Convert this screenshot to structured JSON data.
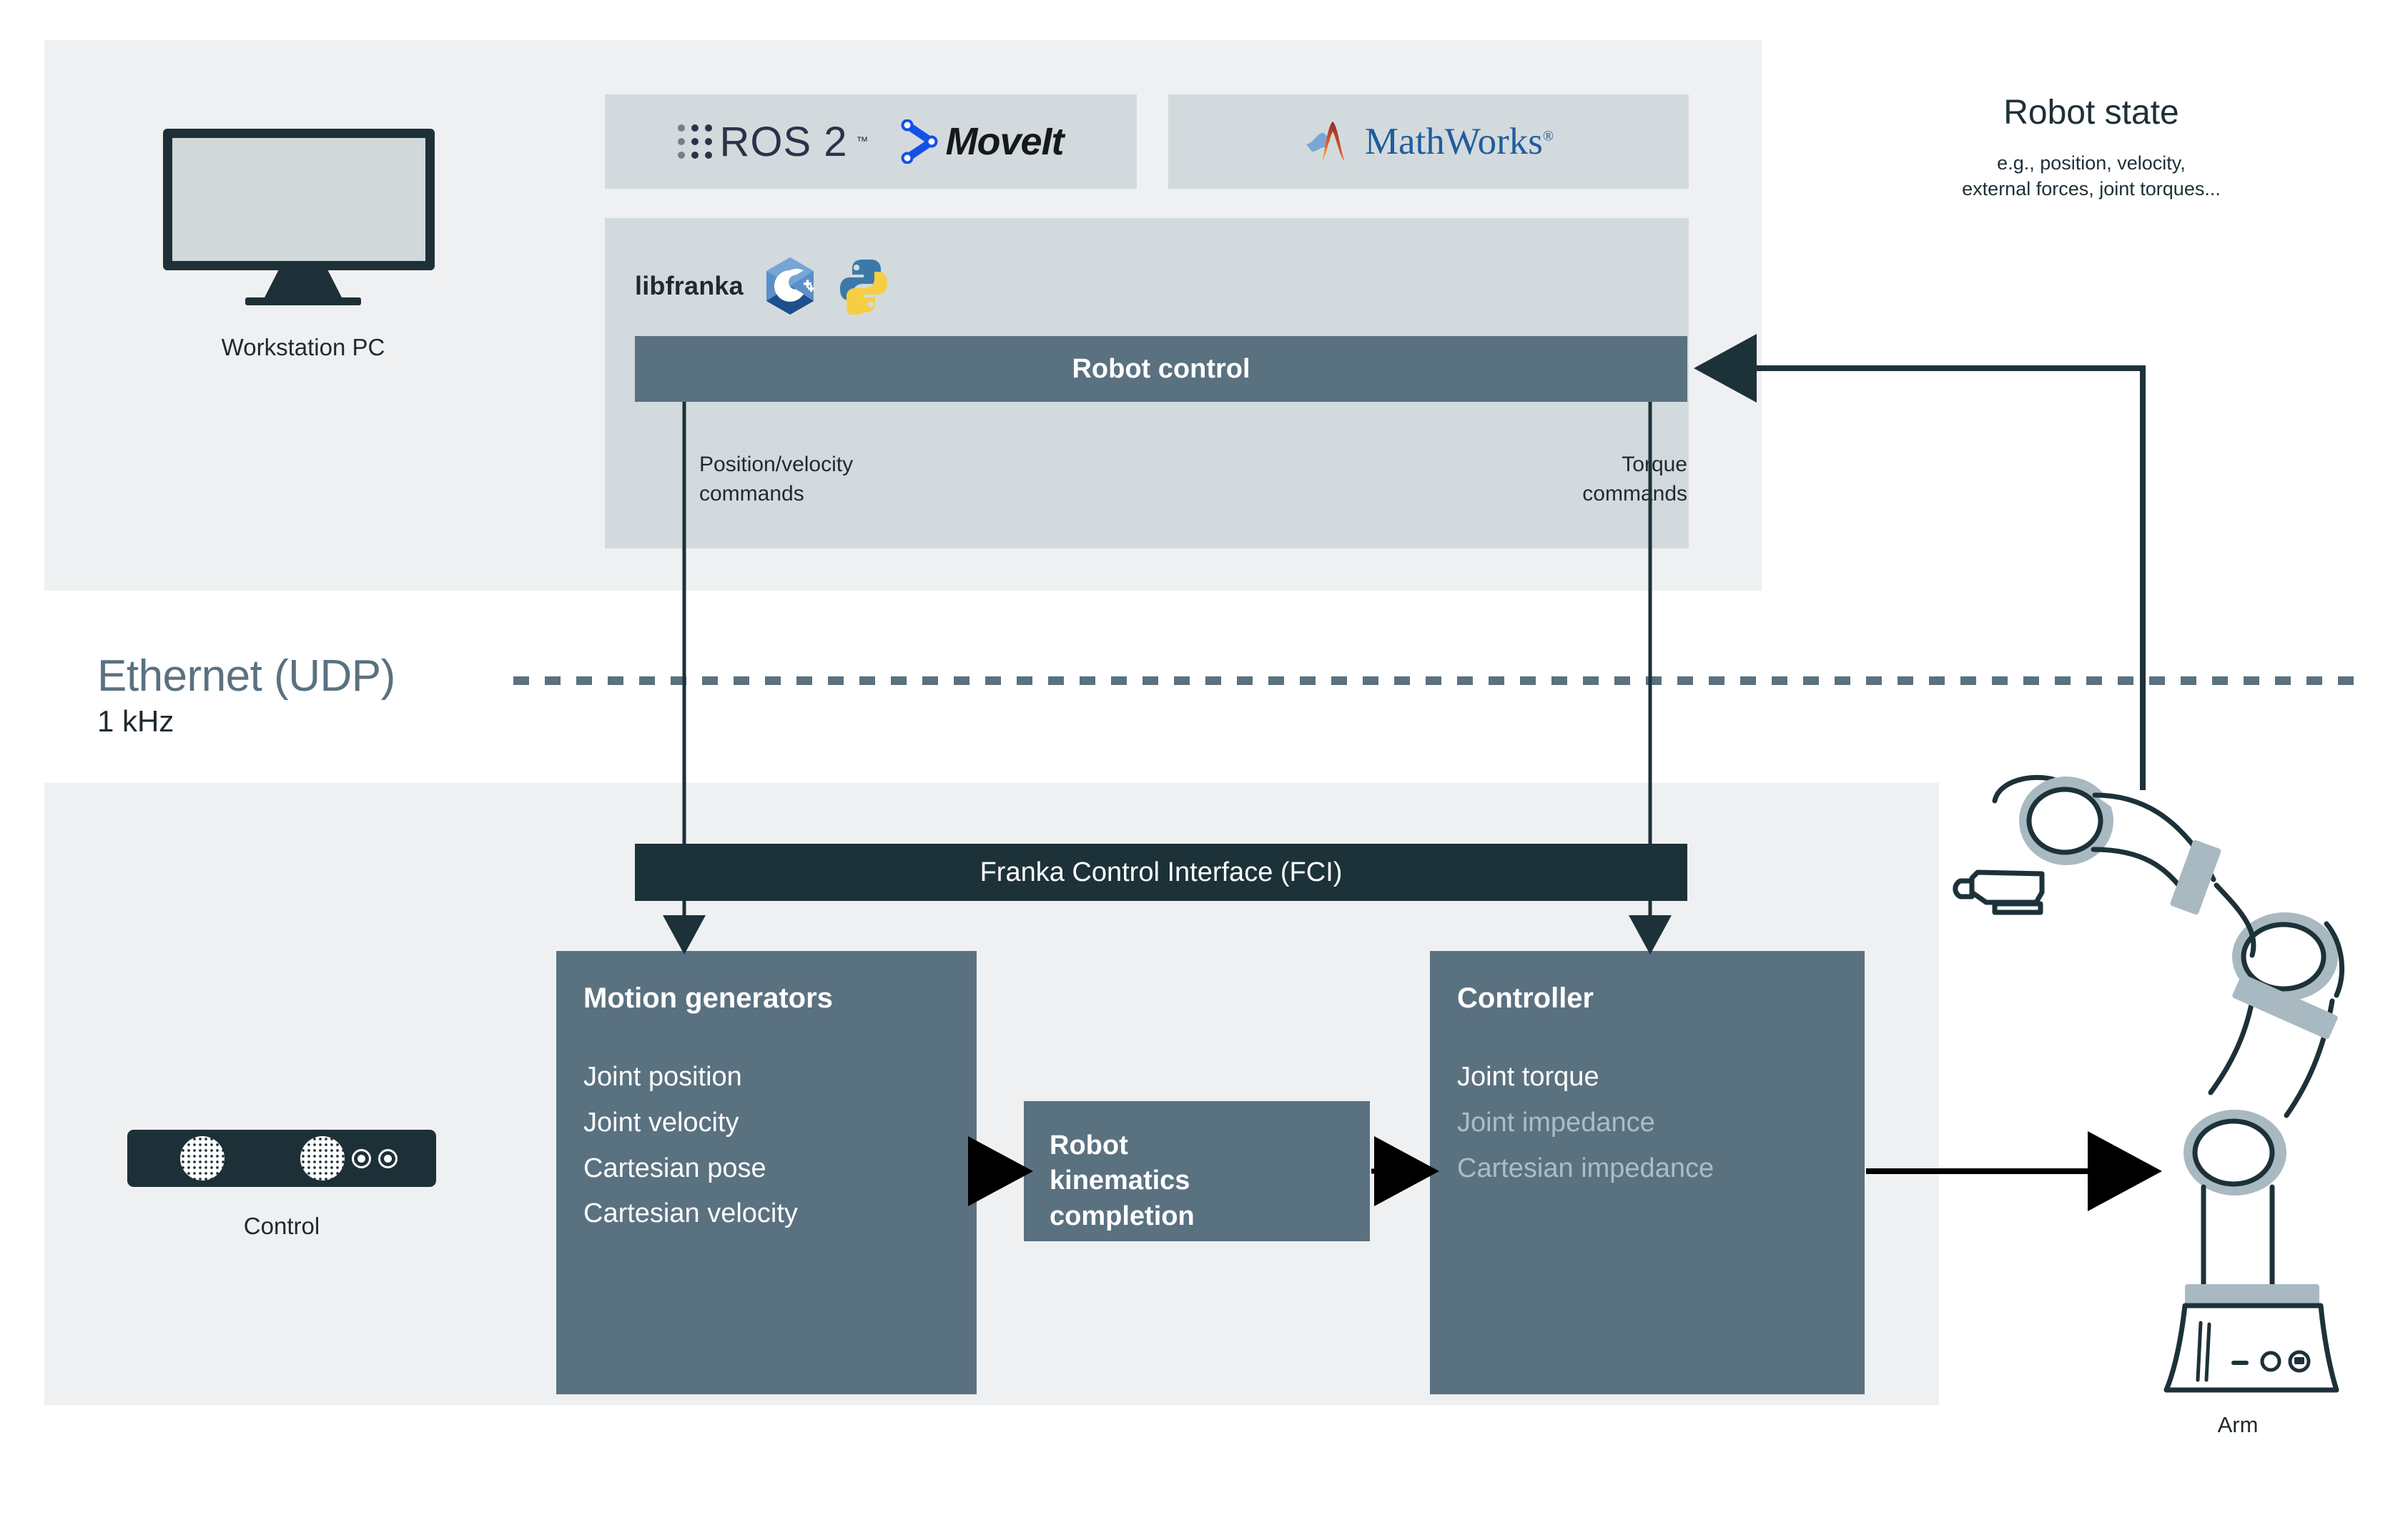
{
  "top_section": {
    "workstation": {
      "label": "Workstation PC",
      "icon": "monitor-icon"
    },
    "frameworks": [
      {
        "name": "ros2",
        "label": "ROS 2",
        "trademark": "™"
      },
      {
        "name": "moveit",
        "label": "MoveIt"
      },
      {
        "name": "mathworks",
        "label": "MathWorks",
        "registered": "®"
      }
    ],
    "libfranka": {
      "label": "libfranka",
      "languages": [
        "cpp-logo",
        "python-logo"
      ],
      "robot_control_bar": "Robot control",
      "left_command_label": "Position/velocity\ncommands",
      "left_command_line1": "Position/velocity",
      "left_command_line2": "commands",
      "right_command_line1": "Torque",
      "right_command_line2": "commands"
    }
  },
  "robot_state": {
    "title": "Robot state",
    "subtitle_line1": "e.g., position, velocity,",
    "subtitle_line2": "external forces, joint torques..."
  },
  "network": {
    "title": "Ethernet (UDP)",
    "rate": "1 kHz"
  },
  "bottom_section": {
    "control_unit": {
      "label": "Control",
      "icon": "control-box-icon"
    },
    "fci_bar": "Franka Control Interface (FCI)",
    "motion_generators": {
      "title": "Motion generators",
      "items": [
        {
          "label": "Joint position",
          "enabled": true
        },
        {
          "label": "Joint velocity",
          "enabled": true
        },
        {
          "label": "Cartesian pose",
          "enabled": true
        },
        {
          "label": "Cartesian velocity",
          "enabled": true
        }
      ]
    },
    "kinematics": {
      "line1": "Robot",
      "line2": "kinematics",
      "line3": "completion"
    },
    "controller": {
      "title": "Controller",
      "items": [
        {
          "label": "Joint torque",
          "enabled": true
        },
        {
          "label": "Joint impedance",
          "enabled": false
        },
        {
          "label": "Cartesian impedance",
          "enabled": false
        }
      ]
    },
    "arm": {
      "label": "Arm",
      "icon": "robot-arm-icon"
    }
  },
  "colors": {
    "panel_bg": "#eff0f1",
    "libfranka_bg": "#d3dadd",
    "block_slate": "#5a7180",
    "bar_dark": "#1d3139",
    "text_dark": "#1e2a30",
    "muted_text": "#aebcc4",
    "ethernet_line": "#5a7180",
    "ros_navy": "#2b3249",
    "moveit_blue": "#1450e8",
    "mathworks_blue": "#1f5c9e"
  }
}
